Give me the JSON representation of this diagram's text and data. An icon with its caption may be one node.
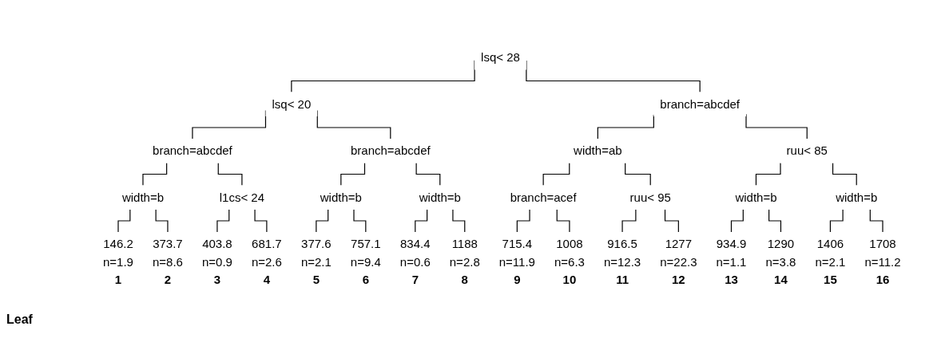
{
  "diagram": {
    "nodes": [
      {
        "text": [
          "lsq< 28"
        ]
      },
      {
        "text": [
          "lsq< 20"
        ]
      },
      {
        "text": [
          "branch=abcdef"
        ]
      },
      {
        "text": [
          "branch=abcdef"
        ]
      },
      {
        "text": [
          "branch=abcdef"
        ]
      },
      {
        "text": [
          "width=ab"
        ]
      },
      {
        "text": [
          "ruu< 85"
        ]
      },
      {
        "text": [
          "width=b"
        ]
      },
      {
        "text": [
          "l1cs< 24"
        ]
      },
      {
        "text": [
          "width=b"
        ]
      },
      {
        "text": [
          "width=b"
        ]
      },
      {
        "text": [
          "branch=acef"
        ]
      },
      {
        "text": [
          "ruu< 95"
        ]
      },
      {
        "text": [
          "width=b"
        ]
      },
      {
        "text": [
          "width=b"
        ]
      },
      {
        "text": [
          "146.2",
          "n=1.9"
        ],
        "beside": [
          "1"
        ]
      },
      {
        "text": [
          "373.7",
          "n=8.6"
        ],
        "beside": [
          "2"
        ]
      },
      {
        "text": [
          "403.8",
          "n=0.9"
        ],
        "beside": [
          "3"
        ]
      },
      {
        "text": [
          "681.7",
          "n=2.6"
        ],
        "beside": [
          "4"
        ]
      },
      {
        "text": [
          "377.6",
          "n=2.1"
        ],
        "beside": [
          "5"
        ]
      },
      {
        "text": [
          "757.1",
          "n=9.4"
        ],
        "beside": [
          "6"
        ]
      },
      {
        "text": [
          "834.4",
          "n=0.6"
        ],
        "beside": [
          "7"
        ]
      },
      {
        "text": [
          "1188",
          "n=2.8"
        ],
        "beside": [
          "8"
        ]
      },
      {
        "text": [
          "715.4",
          "n=11.9"
        ],
        "beside": [
          "9"
        ]
      },
      {
        "text": [
          "1008",
          "n=6.3"
        ],
        "beside": [
          "10"
        ]
      },
      {
        "text": [
          "916.5",
          "n=12.3"
        ],
        "beside": [
          "11"
        ]
      },
      {
        "text": [
          "1277",
          "n=22.3"
        ],
        "beside": [
          "12"
        ]
      },
      {
        "text": [
          "934.9",
          "n=1.1"
        ],
        "beside": [
          "13"
        ]
      },
      {
        "text": [
          "1290",
          "n=3.8"
        ],
        "beside": [
          "14"
        ]
      },
      {
        "text": [
          "1406",
          "n=2.1"
        ],
        "beside": [
          "15"
        ]
      },
      {
        "text": [
          "1708",
          "n=11.2"
        ],
        "beside": [
          "16"
        ]
      }
    ],
    "edges": [
      {
        "from": 0,
        "to": 1,
        "arrow": "none"
      },
      {
        "from": 0,
        "to": 2,
        "arrow": "none"
      },
      {
        "from": 1,
        "to": 3,
        "arrow": "none"
      },
      {
        "from": 1,
        "to": 4,
        "arrow": "none"
      },
      {
        "from": 2,
        "to": 5,
        "arrow": "none"
      },
      {
        "from": 2,
        "to": 6,
        "arrow": "none"
      },
      {
        "from": 3,
        "to": 7,
        "arrow": "none"
      },
      {
        "from": 3,
        "to": 8,
        "arrow": "none"
      },
      {
        "from": 4,
        "to": 9,
        "arrow": "none"
      },
      {
        "from": 4,
        "to": 10,
        "arrow": "none"
      },
      {
        "from": 5,
        "to": 11,
        "arrow": "none"
      },
      {
        "from": 5,
        "to": 12,
        "arrow": "none"
      },
      {
        "from": 6,
        "to": 13,
        "arrow": "none"
      },
      {
        "from": 6,
        "to": 14,
        "arrow": "none"
      },
      {
        "from": 7,
        "to": 15,
        "arrow": "none"
      },
      {
        "from": 7,
        "to": 16,
        "arrow": "none"
      },
      {
        "from": 8,
        "to": 17,
        "arrow": "none"
      },
      {
        "from": 8,
        "to": 18,
        "arrow": "none"
      },
      {
        "from": 9,
        "to": 19,
        "arrow": "none"
      },
      {
        "from": 9,
        "to": 20,
        "arrow": "none"
      },
      {
        "from": 10,
        "to": 21,
        "arrow": "none"
      },
      {
        "from": 10,
        "to": 22,
        "arrow": "none"
      },
      {
        "from": 11,
        "to": 23,
        "arrow": "none"
      },
      {
        "from": 11,
        "to": 24,
        "arrow": "none"
      },
      {
        "from": 12,
        "to": 25,
        "arrow": "none"
      },
      {
        "from": 12,
        "to": 26,
        "arrow": "none"
      },
      {
        "from": 13,
        "to": 27,
        "arrow": "none"
      },
      {
        "from": 13,
        "to": 28,
        "arrow": "none"
      },
      {
        "from": 14,
        "to": 29,
        "arrow": "none"
      },
      {
        "from": 14,
        "to": 30,
        "arrow": "none"
      }
    ],
    "labels": [
      "Leaf"
    ]
  }
}
